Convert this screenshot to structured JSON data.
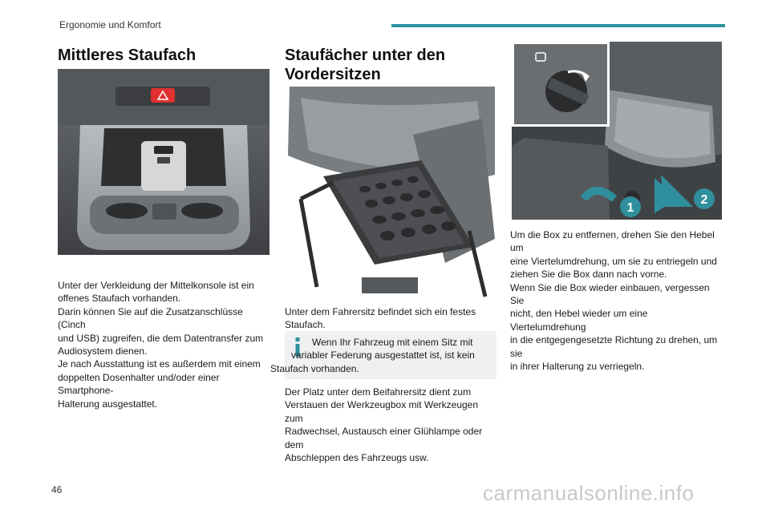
{
  "header": {
    "section": "Ergonomie und Komfort",
    "accent_color": "#2f8f9d"
  },
  "col1": {
    "title": "Mittleres Staufach",
    "text": [
      "Unter der Verkleidung der Mittelkonsole ist ein",
      "offenes Staufach vorhanden.",
      "Darin können Sie auf die Zusatzanschlüsse (Cinch",
      "und USB) zugreifen, die dem Datentransfer zum",
      "Audiosystem dienen.",
      "Je nach Ausstattung ist es außerdem mit einem",
      "doppelten Dosenhalter und/oder einer Smartphone-",
      "Halterung ausgestattet."
    ]
  },
  "col2": {
    "title_line1": "Staufächer unter den",
    "title_line2": "Vordersitzen",
    "text_a": [
      "Unter dem Fahrersitz befindet sich ein festes",
      "Staufach."
    ],
    "info": {
      "icon": "info-icon",
      "line1": "Wenn Ihr Fahrzeug mit einem Sitz mit",
      "line2": "variabler Federung ausgestattet ist, ist kein",
      "line3": "Staufach vorhanden."
    },
    "text_b": [
      "Der Platz unter dem Beifahrersitz dient zum",
      "Verstauen der Werkzeugbox mit Werkzeugen zum",
      "Radwechsel, Austausch einer Glühlampe oder dem",
      "Abschleppen des Fahrzeugs usw."
    ]
  },
  "col3": {
    "callout_1": "1",
    "callout_2": "2",
    "text": [
      "Um die Box zu entfernen, drehen Sie den Hebel um",
      "eine Viertelumdrehung, um sie zu entriegeln und",
      "ziehen Sie die Box dann nach vorne.",
      "Wenn Sie die Box wieder einbauen, vergessen Sie",
      "nicht, den Hebel wieder um eine Viertelumdrehung",
      "in die entgegengesetzte Richtung zu drehen, um sie",
      "in ihrer Halterung zu verriegeln."
    ]
  },
  "footer": {
    "page_number": "46",
    "watermark": "carmanualsonline.info"
  }
}
